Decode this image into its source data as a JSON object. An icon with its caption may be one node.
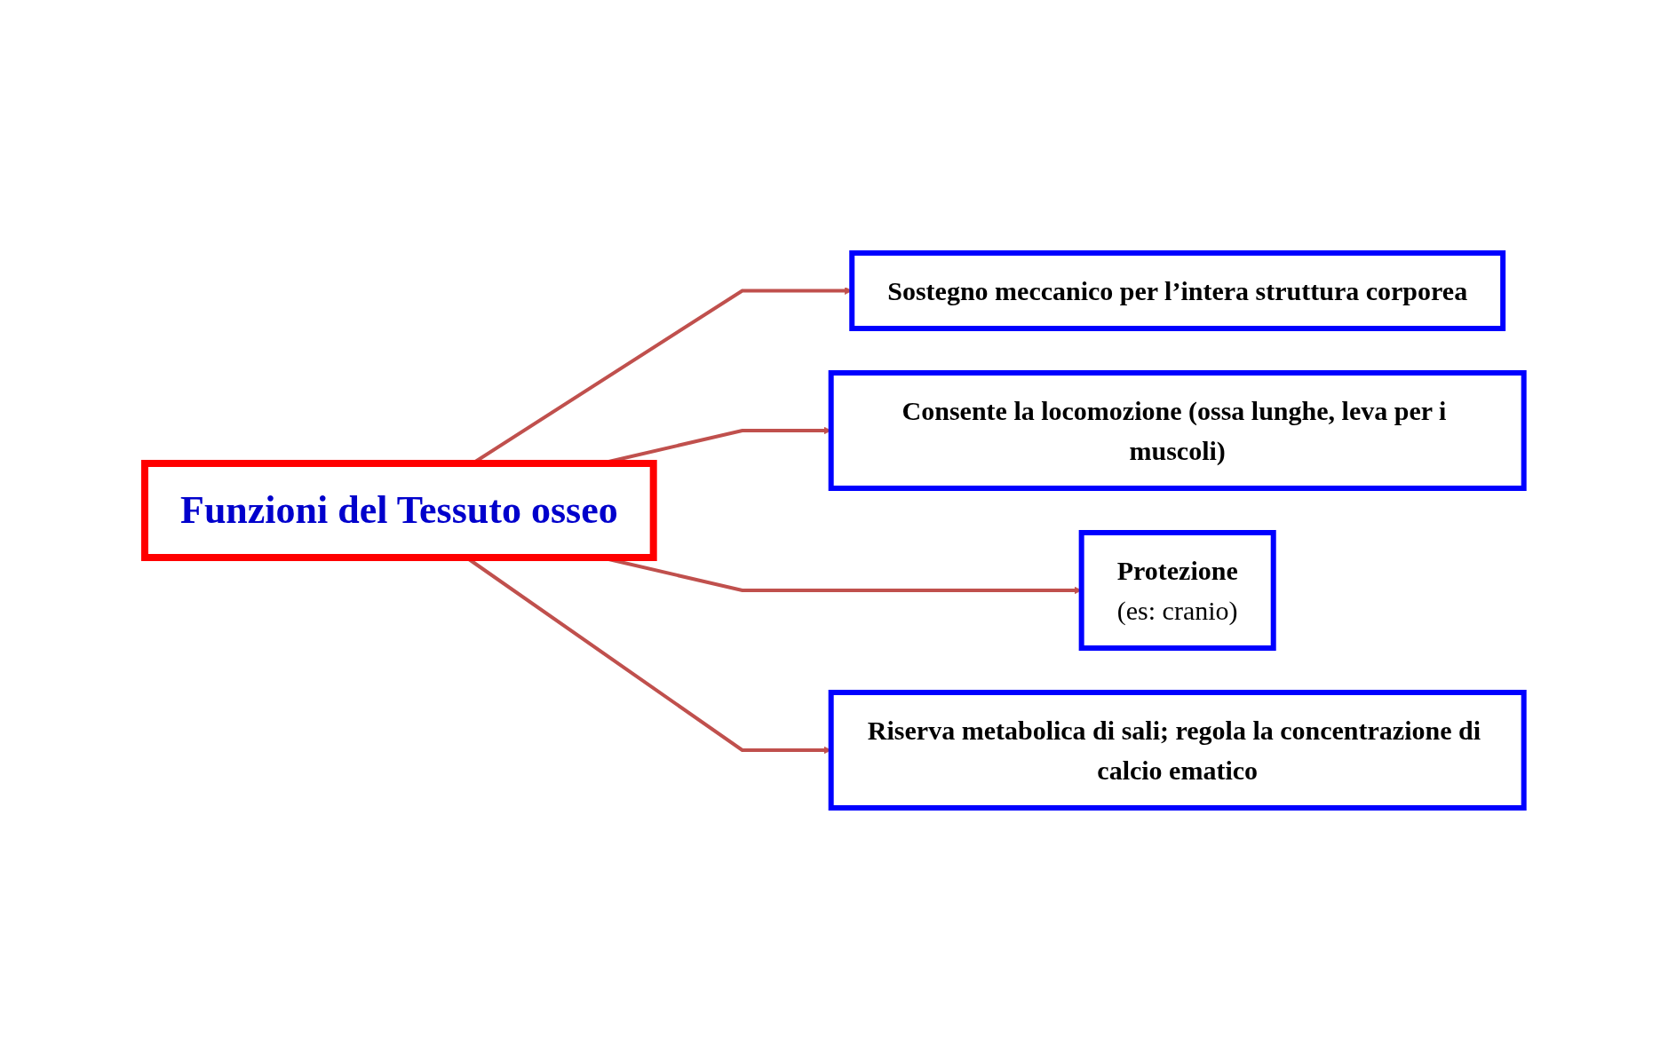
{
  "diagram": {
    "nodes": [
      {
        "text": [
          "Funzioni del Tessuto osseo"
        ]
      },
      {
        "text": [
          "Sostegno meccanico per l’intera struttura corporea"
        ]
      },
      {
        "text": [
          "Consente la locomozione (ossa lunghe, leva per i muscoli)"
        ]
      },
      {
        "text": [
          "Protezione",
          "(es: cranio)"
        ]
      },
      {
        "text": [
          "Riserva metabolica di sali; regola la concentrazione di calcio ematico"
        ]
      }
    ],
    "edges": [
      {
        "from": 0,
        "to": 1,
        "arrow": "to"
      },
      {
        "from": 0,
        "to": 2,
        "arrow": "to"
      },
      {
        "from": 0,
        "to": 3,
        "arrow": "to"
      },
      {
        "from": 0,
        "to": 4,
        "arrow": "to"
      }
    ]
  }
}
